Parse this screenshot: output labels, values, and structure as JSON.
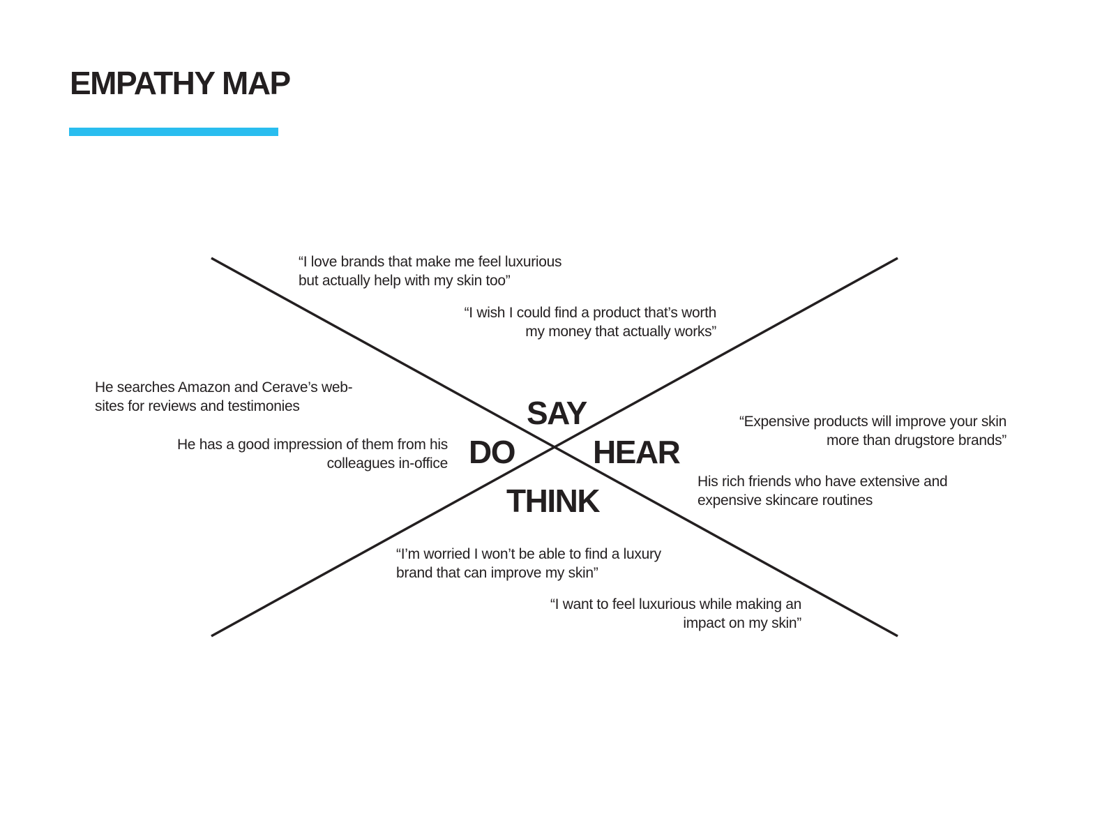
{
  "page": {
    "title": "EMPATHY MAP",
    "accent_color": "#29bdef",
    "line_color": "#231f20"
  },
  "quadrants": {
    "say": "SAY",
    "do": "DO",
    "hear": "HEAR",
    "think": "THINK"
  },
  "notes": {
    "say": [
      {
        "lines": [
          "“I love brands that make me feel luxurious",
          "but actually help with my skin too”"
        ]
      },
      {
        "lines": [
          "“I wish I could find a product that’s worth",
          "my money that actually works”"
        ]
      }
    ],
    "do": [
      {
        "lines": [
          "He searches Amazon and Cerave’s web-",
          "sites for reviews and testimonies"
        ]
      },
      {
        "lines": [
          "He has a good impression of them from his",
          "colleagues in-office"
        ]
      }
    ],
    "hear": [
      {
        "lines": [
          "“Expensive products will improve your skin",
          "more than drugstore brands”"
        ]
      },
      {
        "lines": [
          "His rich friends who have extensive and",
          "expensive skincare routines"
        ]
      }
    ],
    "think": [
      {
        "lines": [
          "“I’m worried I won’t be able to find a luxury",
          "brand that can improve my skin”"
        ]
      },
      {
        "lines": [
          "“I want to feel luxurious while making an",
          "impact on my skin”"
        ]
      }
    ]
  }
}
